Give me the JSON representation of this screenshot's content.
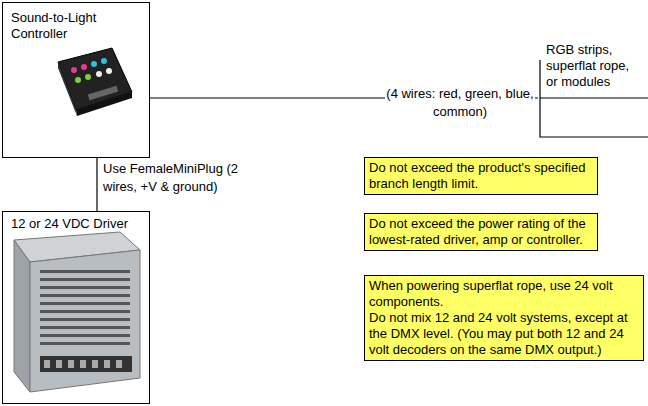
{
  "diagram": {
    "nodes": [
      {
        "text": [
          "Sound-to-Light Controller"
        ]
      },
      {
        "text": [
          "RGB strips, superflat rope, or modules"
        ]
      },
      {
        "text": [
          "12 or 24 VDC Driver"
        ]
      },
      {
        "text": [
          "Do not exceed the product's specified branch length limit."
        ]
      },
      {
        "text": [
          "Do not exceed the power rating of the lowest-rated driver, amp or controller."
        ]
      },
      {
        "text": [
          "When powering superflat rope, use 24 volt components.",
          "Do not mix 12 and 24 volt systems, except at the DMX level. (You may put both 12 and 24 volt decoders on the same DMX output.)"
        ]
      }
    ],
    "edges": [
      {
        "from": 0,
        "to": 1,
        "arrow": "none",
        "label": "(4 wires: red, green, blue, common)"
      },
      {
        "from": 0,
        "to": 2,
        "arrow": "none",
        "label": "Use FemaleMiniPlug (2 wires, +V & ground)"
      }
    ]
  }
}
